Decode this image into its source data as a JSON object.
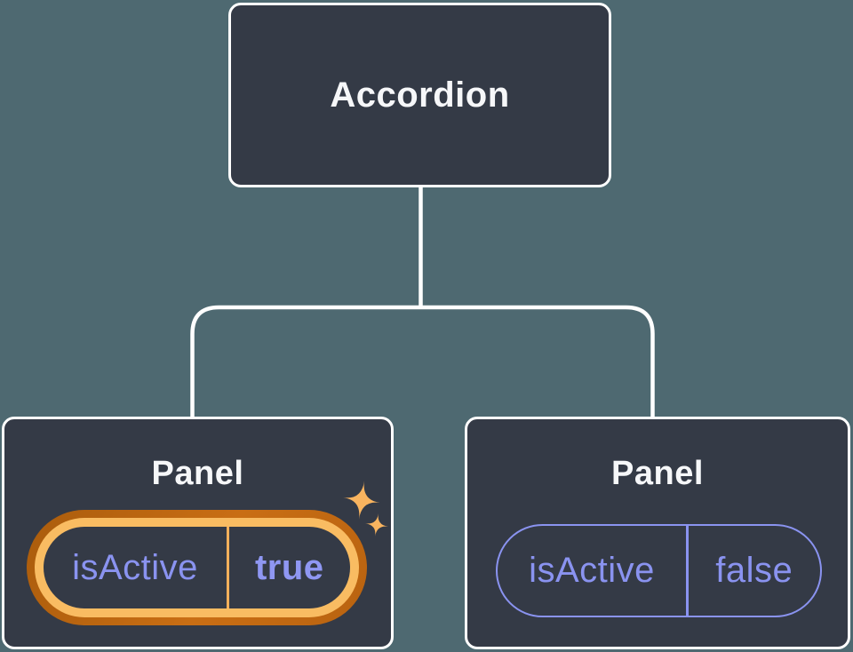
{
  "diagram": {
    "description": "Component tree showing an Accordion parent with two Panel children and their isActive state",
    "colors": {
      "background": "#4e6971",
      "node_fill": "#343a46",
      "node_border": "#ffffff",
      "connector": "#ffffff",
      "text_primary": "#f6f7f9",
      "prop_purple": "#8a93f0",
      "highlight_ring_outer": "#bb640e",
      "highlight_ring_inner": "#f9bc62",
      "highlight_divider": "#f3b05b",
      "sparkle": "#f9b45f"
    },
    "root": {
      "label": "Accordion"
    },
    "children": [
      {
        "label": "Panel",
        "prop_name": "isActive",
        "prop_value": "true",
        "highlighted": true
      },
      {
        "label": "Panel",
        "prop_name": "isActive",
        "prop_value": "false",
        "highlighted": false
      }
    ],
    "icons": {
      "sparkles": "sparkles-icon"
    }
  }
}
